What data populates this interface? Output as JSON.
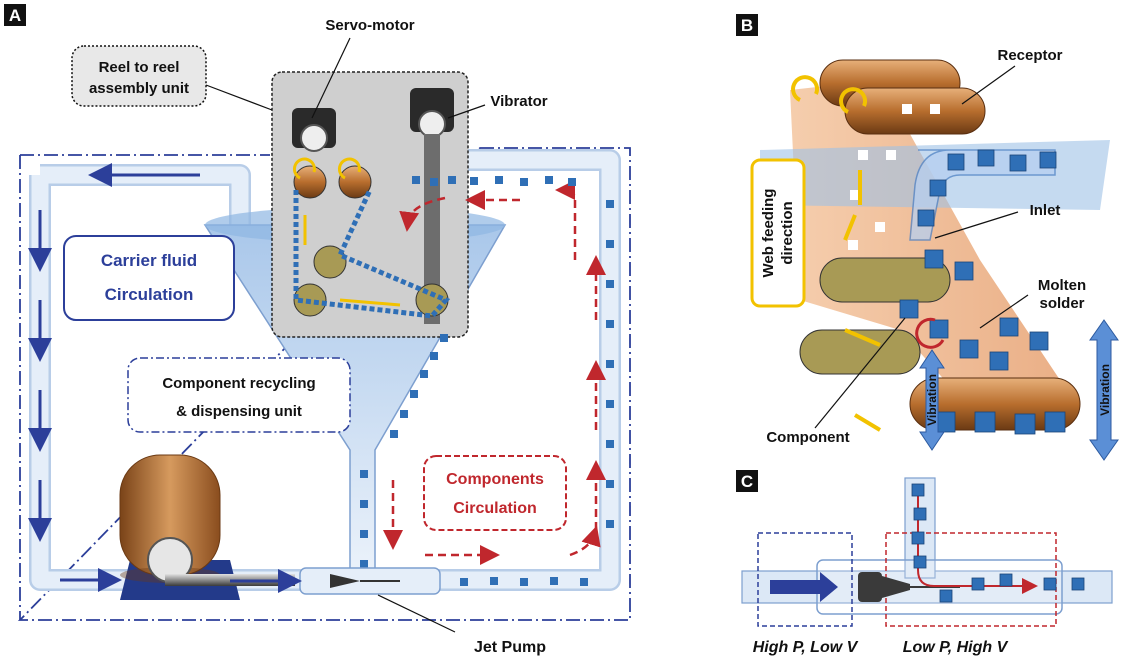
{
  "panels": {
    "a": "A",
    "b": "B",
    "c": "C"
  },
  "panel_a": {
    "reel_unit_line1": "Reel to reel",
    "reel_unit_line2": "assembly unit",
    "servo_motor": "Servo-motor",
    "vibrator": "Vibrator",
    "carrier_line1": "Carrier fluid",
    "carrier_line2": "Circulation",
    "recycling_line1": "Component recycling",
    "recycling_line2": "& dispensing unit",
    "components_line1": "Components",
    "components_line2": "Circulation",
    "jet_pump": "Jet Pump"
  },
  "panel_b": {
    "receptor": "Receptor",
    "inlet": "Inlet",
    "molten_line1": "Molten",
    "molten_line2": "solder",
    "component": "Component",
    "web_line1": "Web feeding",
    "web_line2": "direction",
    "vibration_left": "Vibration",
    "vibration_right": "Vibration"
  },
  "panel_c": {
    "high_p": "High P, Low V",
    "low_p": "Low P, High V"
  },
  "colors": {
    "carrier_blue": "#2c3f9a",
    "component_red": "#c0272d",
    "pipe_fill": "#dce8f6",
    "copper": "#c98a4b",
    "yellow": "#f2c200"
  }
}
